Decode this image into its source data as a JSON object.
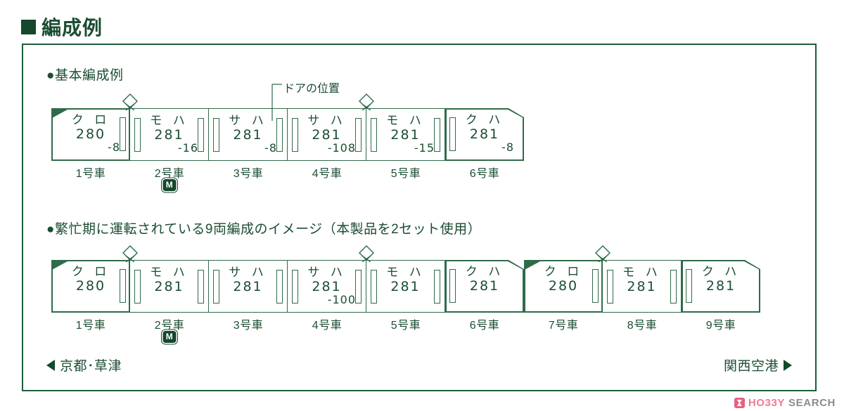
{
  "header": {
    "title": "編成例",
    "marker": "square"
  },
  "colors": {
    "ink": "#1b4d32",
    "line": "#2f6b48",
    "frame": "#1f5c3a",
    "logo_pink": "#ef7a95",
    "logo_gray": "#8c8c8c"
  },
  "sections": [
    {
      "id": "basic",
      "heading": "●基本編成例",
      "callout": "ドアの位置",
      "cars": [
        {
          "kana": "ク ロ",
          "number": "280",
          "suffix": "-8",
          "label": "1号車",
          "nose": "left",
          "panto": false,
          "motor": false,
          "doors": [
            "right"
          ]
        },
        {
          "kana": "モ ハ",
          "number": "281",
          "suffix": "-16",
          "label": "2号車",
          "nose": "none",
          "panto": true,
          "motor": true,
          "doors": [
            "left",
            "right"
          ]
        },
        {
          "kana": "サ ハ",
          "number": "281",
          "suffix": "-8",
          "label": "3号車",
          "nose": "none",
          "panto": false,
          "motor": false,
          "doors": [
            "left",
            "right"
          ]
        },
        {
          "kana": "サ ハ",
          "number": "281",
          "suffix": "-108",
          "label": "4号車",
          "nose": "none",
          "panto": false,
          "motor": false,
          "doors": [
            "left",
            "right"
          ]
        },
        {
          "kana": "モ ハ",
          "number": "281",
          "suffix": "-15",
          "label": "5号車",
          "nose": "none",
          "panto": true,
          "motor": false,
          "doors": [
            "left",
            "right"
          ]
        },
        {
          "kana": "ク ハ",
          "number": "281",
          "suffix": "-8",
          "label": "6号車",
          "nose": "right",
          "panto": false,
          "motor": false,
          "doors": [
            "left"
          ]
        }
      ]
    },
    {
      "id": "nine",
      "heading": "●繁忙期に運転されている9両編成のイメージ（本製品を2セット使用）",
      "cars": [
        {
          "kana": "ク ロ",
          "number": "280",
          "suffix": "",
          "label": "1号車",
          "nose": "left",
          "panto": false,
          "motor": false,
          "doors": [
            "right"
          ]
        },
        {
          "kana": "モ ハ",
          "number": "281",
          "suffix": "",
          "label": "2号車",
          "nose": "none",
          "panto": true,
          "motor": true,
          "doors": [
            "left",
            "right"
          ]
        },
        {
          "kana": "サ ハ",
          "number": "281",
          "suffix": "",
          "label": "3号車",
          "nose": "none",
          "panto": false,
          "motor": false,
          "doors": [
            "left",
            "right"
          ]
        },
        {
          "kana": "サ ハ",
          "number": "281",
          "suffix": "-100",
          "label": "4号車",
          "nose": "none",
          "panto": false,
          "motor": false,
          "doors": [
            "left",
            "right"
          ]
        },
        {
          "kana": "モ ハ",
          "number": "281",
          "suffix": "",
          "label": "5号車",
          "nose": "none",
          "panto": true,
          "motor": false,
          "doors": [
            "left",
            "right"
          ]
        },
        {
          "kana": "ク ハ",
          "number": "281",
          "suffix": "",
          "label": "6号車",
          "nose": "right",
          "panto": false,
          "motor": false,
          "doors": [
            "left"
          ]
        },
        {
          "kana": "ク ロ",
          "number": "280",
          "suffix": "",
          "label": "7号車",
          "nose": "left",
          "panto": false,
          "motor": false,
          "doors": [
            "right"
          ]
        },
        {
          "kana": "モ ハ",
          "number": "281",
          "suffix": "",
          "label": "8号車",
          "nose": "none",
          "panto": true,
          "motor": false,
          "doors": [
            "left",
            "right"
          ]
        },
        {
          "kana": "ク ハ",
          "number": "281",
          "suffix": "",
          "label": "9号車",
          "nose": "right",
          "panto": false,
          "motor": false,
          "doors": [
            "left"
          ]
        }
      ]
    }
  ],
  "directions": {
    "left": "京都･草津",
    "right": "関西空港"
  },
  "watermark": {
    "brand_first": "HO33Y",
    "brand_second": "SEARCH"
  }
}
